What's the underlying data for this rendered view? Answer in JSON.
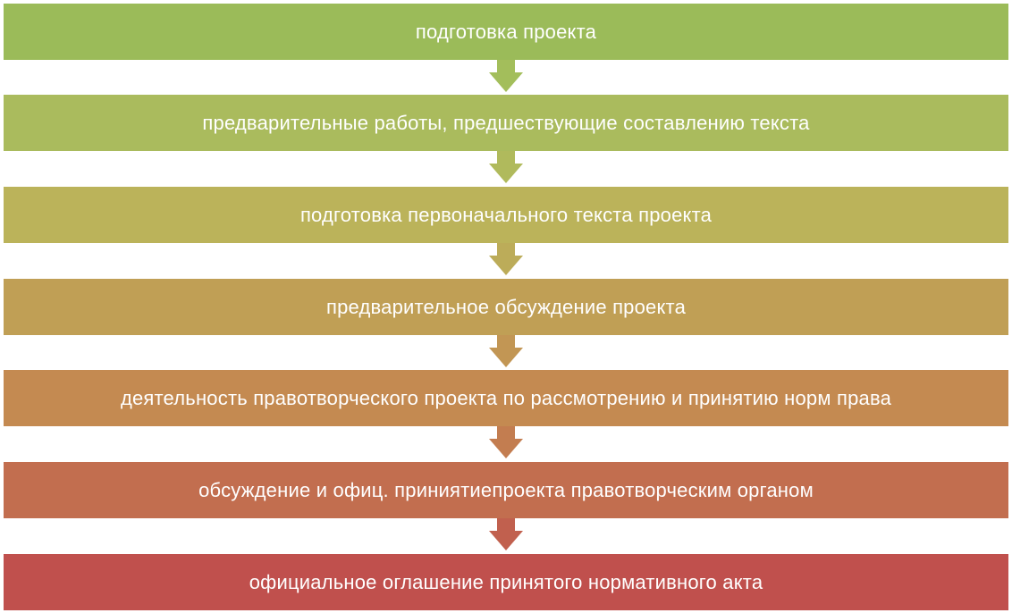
{
  "steps": [
    {
      "label": "подготовка проекта",
      "color": "#9bbb59"
    },
    {
      "label": "предварительные работы, предшествующие составлению текста",
      "color": "#aabb5d"
    },
    {
      "label": "подготовка первоначального текста проекта",
      "color": "#bbb35a"
    },
    {
      "label": "предварительное обсуждение проекта",
      "color": "#c09f55"
    },
    {
      "label": "деятельность правотворческого проекта по рассмотрению и принятию норм права",
      "color": "#c48a51"
    },
    {
      "label": "обсуждение и офиц. приниятиепроекта правотворческим органом",
      "color": "#c26e4f"
    },
    {
      "label": "официальное оглашение принятого нормативного акта",
      "color": "#c0504d"
    }
  ],
  "arrows": [
    {
      "color": "#a3be5b"
    },
    {
      "color": "#b0ba5c"
    },
    {
      "color": "#bcac59"
    },
    {
      "color": "#c29654"
    },
    {
      "color": "#c37d50"
    },
    {
      "color": "#c1604e"
    }
  ]
}
